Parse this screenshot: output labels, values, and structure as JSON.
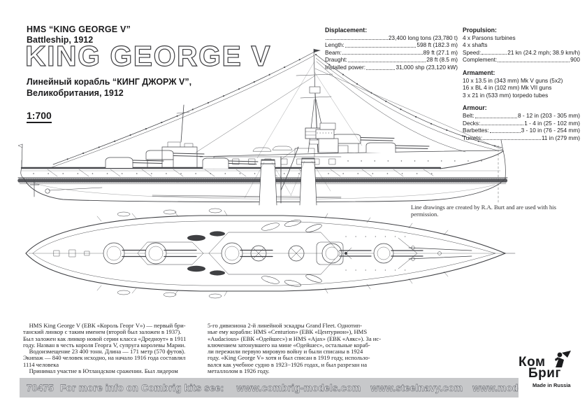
{
  "header": {
    "hms": "HMS “KING GEORGE V”",
    "type_year": "Battleship, 1912",
    "big_title": "KING GEORGE V",
    "ru_line1": "Линейный корабль “КИНГ ДЖОРЖ V”,",
    "ru_line2": "Великобритания, 1912",
    "scale": "1:700"
  },
  "specs": {
    "displacement": {
      "header": "Displacement:",
      "rows": [
        {
          "label": "",
          "value": "23,400 long tons (23,780 t)"
        },
        {
          "label": "Length:",
          "value": "598 ft (182.3 m)"
        },
        {
          "label": "Beam:",
          "value": "89 ft (27.1 m)"
        },
        {
          "label": "Draught:",
          "value": "28 ft (8.5 m)"
        },
        {
          "label": "Installed power:",
          "value": "31,000 shp (23,120 kW)"
        }
      ]
    },
    "propulsion": {
      "header": "Propulsion:",
      "plain": [
        "4 x Parsons turbines",
        "4 x shafts"
      ],
      "rows": [
        {
          "label": "Speed:",
          "value": "21 kn (24.2 mph; 38.9 km/h)"
        },
        {
          "label": "Complement:",
          "value": "900"
        }
      ]
    },
    "armament": {
      "header": "Armament:",
      "lines": [
        "10 x 13.5 in (343 mm) Mk V guns (5x2)",
        "16 x BL 4 in (102 mm) Mk VII guns",
        "3 x 21 in (533 mm) torpedo tubes"
      ]
    },
    "armour": {
      "header": "Armour:",
      "rows": [
        {
          "label": "Belt:",
          "value": "8 - 12 in (203 - 305 mm)"
        },
        {
          "label": "Decks:",
          "value": "1 - 4 in (25 - 102 mm)"
        },
        {
          "label": "Barbettes:",
          "value": "3 - 10 in (76 - 254 mm)"
        },
        {
          "label": "Turrets:",
          "value": "11 in (279 mm)"
        }
      ]
    }
  },
  "drawing_note": "Line drawings are created by R.A. Burt and are used with his permission.",
  "history": {
    "col1": [
      "    HMS King George V (ЕВК «Король Георг V») — первый бри-",
      "танский линкор с таким именем (второй был заложен в 1937).",
      "Был заложен как линкор новой серии класса «Дредноут» в 1911",
      "году. Назван в честь короля Георга V, супруга королевы Марии.",
      "    Водоизмещение 23 400 тонн. Длина — 171 метр (570 футов).",
      "Экипаж — 840 человек исходно, на начало 1916 года составлял",
      "1114 человека",
      "    Принимал участие в Ютландском сражении. Был лидером"
    ],
    "col2": [
      "5-го дивизиона 2-й линейной эскадры Grand Fleet. Однотип-",
      "ные ему корабли: HMS «Centurion» (ЕВК «Центурион»), HMS",
      "«Audacious» (ЕВК «Одейшес») и HMS «Ajax» (ЕВК «Аякс»). За ис-",
      "ключением затонувшего на мине «Одейшес», остальные кораб-",
      "ли пережили первую мировую войну и были списаны в 1924",
      "году. «King George V» хотя и был списан в 1919 году, использо-",
      "вался как учебное судно в 1923−1926 годах, и был разрезан на",
      "металлолом в 1926 году."
    ]
  },
  "footer": {
    "code": "70475",
    "info": "For more info on Combrig kits see:",
    "sites": [
      "www.combrig-models.com",
      "www.steelnavy.com",
      "www.modelwarships.com"
    ]
  },
  "logo": {
    "top": "Ком",
    "bottom": "Бриг",
    "made": "Made in Russia"
  },
  "colors": {
    "footer_bar": "#c7c8ca",
    "footer_text_outline": "#83858a",
    "ink": "#1c1c1e",
    "drawing_line": "#46474b"
  }
}
